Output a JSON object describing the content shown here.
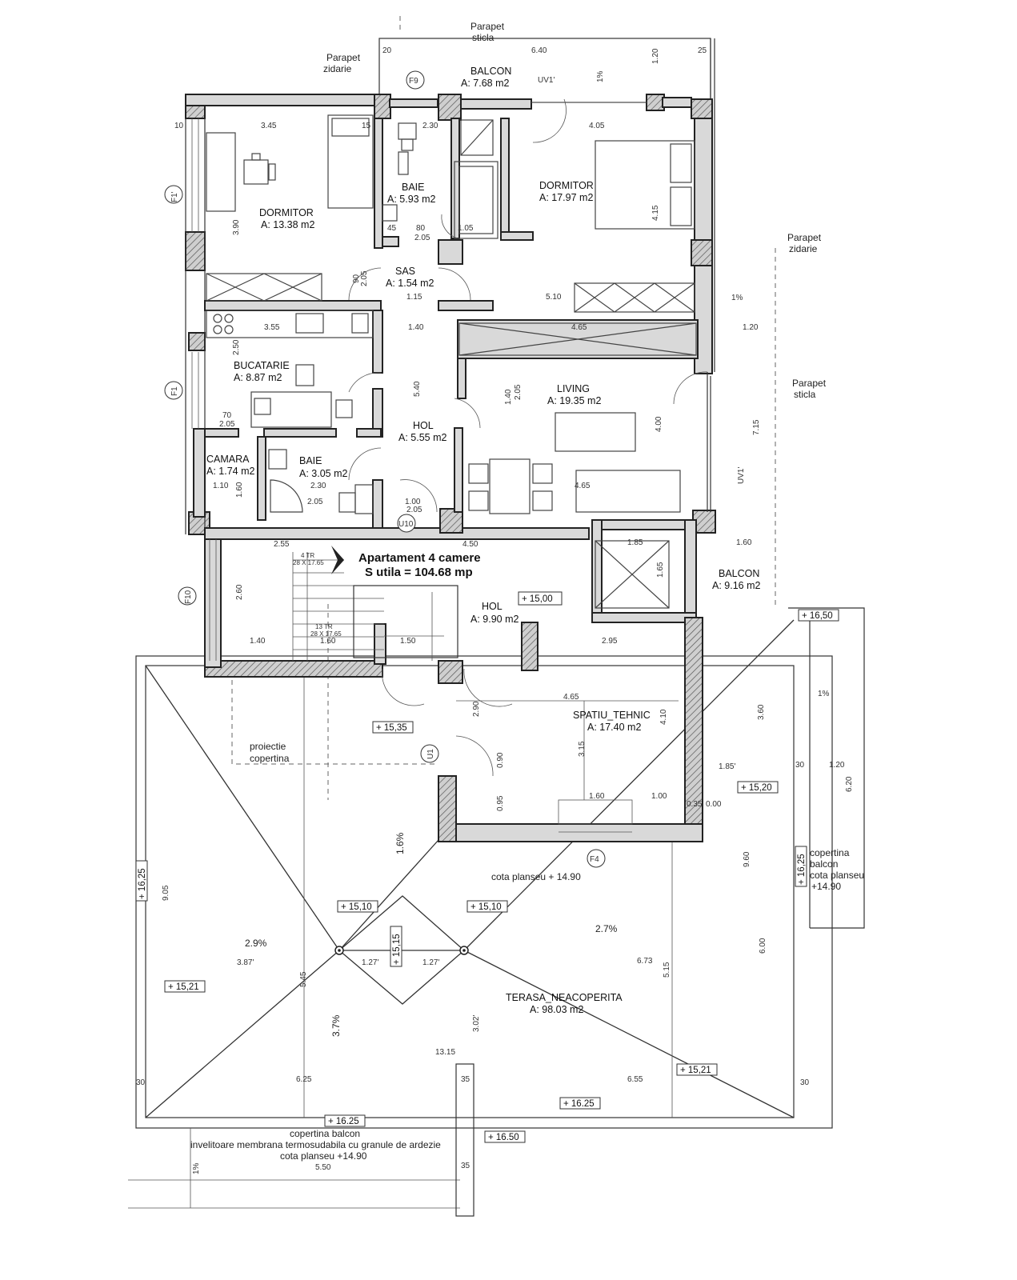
{
  "title": {
    "line1": "Apartament 4 camere",
    "line2": "S utila = 104.68 mp"
  },
  "rooms": [
    {
      "id": "balcon-top",
      "name": "BALCON",
      "area": "A: 7.68 m2"
    },
    {
      "id": "dormitor-1",
      "name": "DORMITOR",
      "area": "A: 13.38 m2"
    },
    {
      "id": "baie-1",
      "name": "BAIE",
      "area": "A: 5.93 m2"
    },
    {
      "id": "dormitor-2",
      "name": "DORMITOR",
      "area": "A: 17.97 m2"
    },
    {
      "id": "sas",
      "name": "SAS",
      "area": "A: 1.54 m2"
    },
    {
      "id": "bucatarie",
      "name": "BUCATARIE",
      "area": "A: 8.87 m2"
    },
    {
      "id": "living",
      "name": "LIVING",
      "area": "A: 19.35 m2"
    },
    {
      "id": "hol-1",
      "name": "HOL",
      "area": "A: 5.55 m2"
    },
    {
      "id": "camara",
      "name": "CAMARA",
      "area": "A: 1.74 m2"
    },
    {
      "id": "baie-2",
      "name": "BAIE",
      "area": "A: 3.05 m2"
    },
    {
      "id": "balcon-right",
      "name": "BALCON",
      "area": "A: 9.16 m2"
    },
    {
      "id": "hol-2",
      "name": "HOL",
      "area": "A: 9.90 m2"
    },
    {
      "id": "spatiu-tehnic",
      "name": "SPATIU_TEHNIC",
      "area": "A: 17.40 m2"
    },
    {
      "id": "terasa",
      "name": "TERASA_NEACOPERITA",
      "area": "A: 98.03 m2"
    }
  ],
  "notes": {
    "parapet_sticla": "Parapet",
    "parapet_sticla_2": "sticla",
    "parapet_zidarie": "Parapet",
    "parapet_zidarie_2": "zidarie",
    "proiectie": "proiectie",
    "copertina": "copertina",
    "cota_planseu": "cota planseu + 14.90",
    "copertina_balcon_1": "copertina balcon",
    "copertina_balcon_2": "invelitoare membrana termosudabila cu granule de ardezie",
    "copertina_balcon_3": "cota planseu +14.90",
    "copertina_right_1": "copertina",
    "copertina_right_2": "balcon",
    "copertina_right_3": "cota planseu",
    "copertina_right_4": "+14.90"
  },
  "levels": {
    "l1500": "+ 15,00",
    "l1650": "+ 16,50",
    "l1535": "+ 15,35",
    "l1520": "+ 15,20",
    "l1625v": "+ 16,25",
    "l1625vr": "+ 16,25",
    "l1510a": "+ 15,10",
    "l1510b": "+ 15,10",
    "l1515": "+ 15,15",
    "l1521a": "+ 15,21",
    "l1521b": "+ 15,21",
    "l1625a": "+ 16.25",
    "l1625b": "+ 16.25",
    "l1650b": "+ 16.50"
  },
  "tags": {
    "f9": "F9",
    "f1p": "F1'",
    "f1": "F1",
    "f10": "F10",
    "u10": "U10",
    "u1": "U1",
    "f4": "F4",
    "uv1a": "UV1'",
    "uv1b": "UV1'"
  },
  "slopes": {
    "s1": "1%",
    "s2": "1%",
    "s3": "1%",
    "s4": "1%",
    "s5": "2.9%",
    "s6": "2.7%",
    "s7": "3.7%",
    "s8": "1.6%",
    "s9": "3.02'"
  },
  "stairs": {
    "a": "4 TR",
    "a2": "28 X 17.65",
    "b": "13 TR",
    "b2": "28 X 17.65"
  },
  "dims": {
    "d640": "6.40",
    "d120a": "1.20",
    "d20a": "20",
    "d25a": "25",
    "d10a": "10",
    "d345": "3.45",
    "d15a": "15",
    "d230": "2.30",
    "d405": "4.05",
    "d390": "3.90",
    "d415": "4.15",
    "d205a": "2.05",
    "d105": "1.05",
    "d80": "80",
    "d45": "45",
    "d90a": "90",
    "d205b": "2.05",
    "d115": "1.15",
    "d510": "5.10",
    "d355": "3.55",
    "d140a": "1.40",
    "d465a": "4.65",
    "d120b": "1.20",
    "d250": "2.50",
    "d540": "5.40",
    "d140b": "1.40",
    "d205c": "2.05",
    "d400": "4.00",
    "d715": "7.15",
    "d70": "70",
    "d205d": "2.05",
    "d110": "1.10",
    "d160a": "1.60",
    "d230b": "2.30",
    "d205e": "2.05",
    "d100a": "1.00",
    "d205f": "2.05",
    "d465b": "4.65",
    "d255": "2.55",
    "d450": "4.50",
    "d185": "1.85",
    "d165": "1.65",
    "d160b": "1.60",
    "d260": "2.60",
    "d140c": "1.40",
    "d160c": "1.60",
    "d150": "1.50",
    "d295": "2.95",
    "d465c": "4.65",
    "d290": "2.90",
    "d410": "4.10",
    "d315": "3.15",
    "d360": "3.60",
    "d185b": "1.85'",
    "d120c": "1.20",
    "d620": "6.20",
    "d960": "9.60",
    "d905": "9.05",
    "d387": "3.87'",
    "d127a": "1.27'",
    "d127b": "1.27'",
    "d545": "5.45",
    "d673": "6.73",
    "d515": "5.15",
    "d600": "6.00",
    "d1315": "13.15",
    "d625": "6.25",
    "d655": "6.55",
    "d550": "5.50",
    "d30a": "30",
    "d30b": "30",
    "d30c": "30",
    "d35a": "35",
    "d35b": "35",
    "d160d": "1.60",
    "d100b": "1.00",
    "d095": "0.95",
    "d090": "0.90",
    "d035": "0.35",
    "d000": "0.00"
  }
}
